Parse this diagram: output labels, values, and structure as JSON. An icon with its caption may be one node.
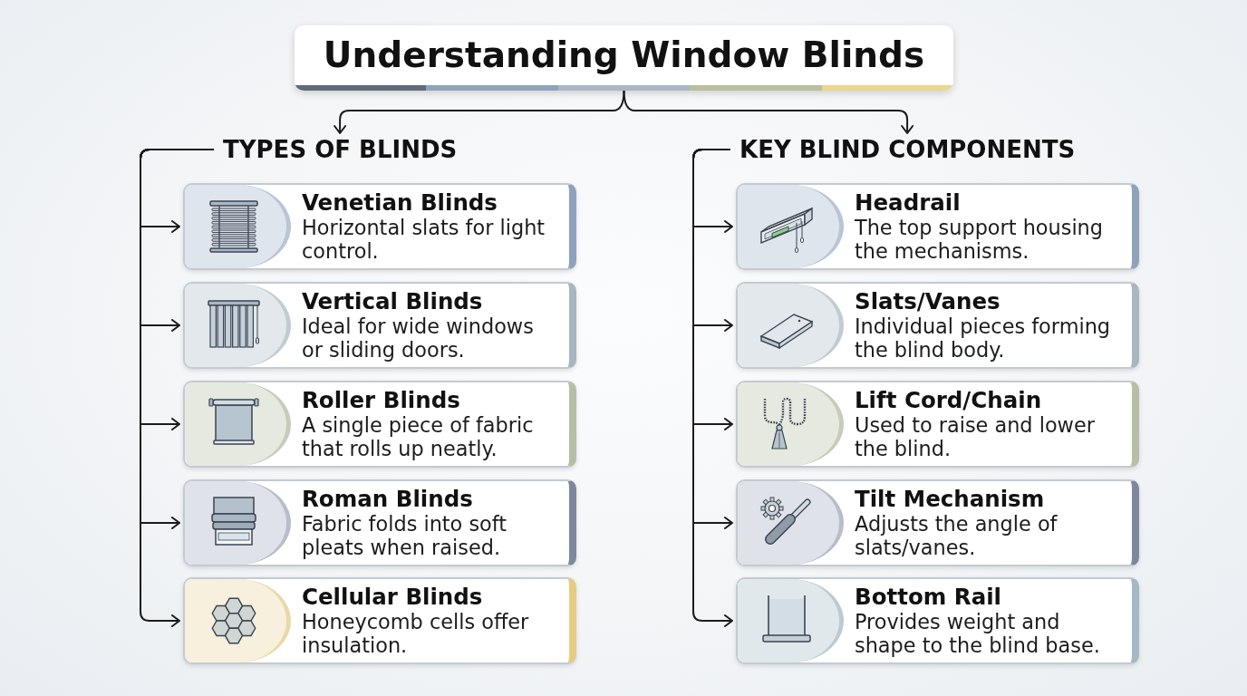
{
  "diagram": {
    "nodes": [
      {
        "text": [
          "Understanding Window Blinds"
        ]
      },
      {
        "text": [
          "TYPES OF BLINDS"
        ]
      },
      {
        "text": [
          "Venetian Blinds",
          "Horizontal slats for light control."
        ]
      },
      {
        "text": [
          "Vertical Blinds",
          "Ideal for wide windows or sliding doors."
        ]
      },
      {
        "text": [
          "Roller Blinds",
          "A single piece of fabric that rolls up neatly."
        ]
      },
      {
        "text": [
          "Roman Blinds",
          "Fabric folds into soft pleats when raised."
        ]
      },
      {
        "text": [
          "Cellular Blinds",
          "Honeycomb cells offer insulation."
        ]
      },
      {
        "text": [
          "KEY BLIND COMPONENTS"
        ]
      },
      {
        "text": [
          "Headrail",
          "The top support housing the mechanisms."
        ]
      },
      {
        "text": [
          "Slats/Vanes",
          "Individual pieces forming the blind body."
        ]
      },
      {
        "text": [
          "Lift Cord/Chain",
          "Used to raise and lower the blind."
        ]
      },
      {
        "text": [
          "Tilt Mechanism",
          "Adjusts the angle of slats/vanes."
        ]
      },
      {
        "text": [
          "Bottom Rail",
          "Provides weight and shape to the blind base."
        ]
      }
    ],
    "edges": [
      {
        "from": 0,
        "to": 1,
        "arrow": "to"
      },
      {
        "from": 0,
        "to": 7,
        "arrow": "to"
      },
      {
        "from": 1,
        "to": 2,
        "arrow": "to"
      },
      {
        "from": 1,
        "to": 3,
        "arrow": "to"
      },
      {
        "from": 1,
        "to": 4,
        "arrow": "to"
      },
      {
        "from": 1,
        "to": 5,
        "arrow": "to"
      },
      {
        "from": 1,
        "to": 6,
        "arrow": "to"
      },
      {
        "from": 7,
        "to": 8,
        "arrow": "to"
      },
      {
        "from": 7,
        "to": 9,
        "arrow": "to"
      },
      {
        "from": 7,
        "to": 10,
        "arrow": "to"
      },
      {
        "from": 7,
        "to": 11,
        "arrow": "to"
      },
      {
        "from": 7,
        "to": 12,
        "arrow": "to"
      }
    ]
  }
}
